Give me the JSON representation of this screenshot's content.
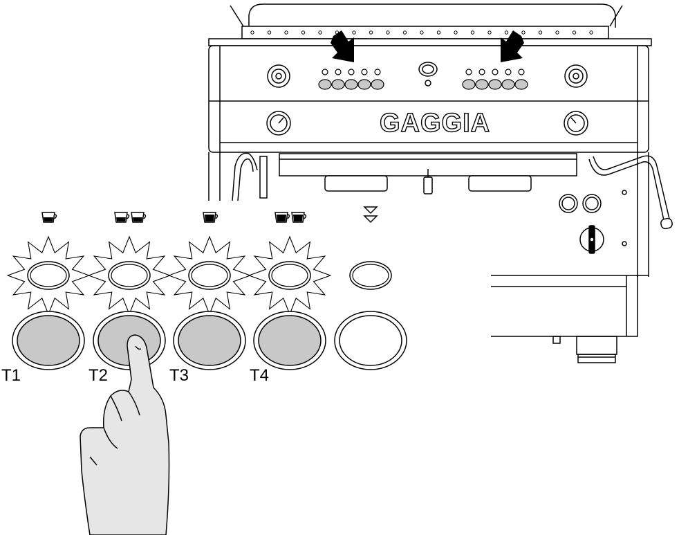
{
  "machine": {
    "brand": "GAGGIA",
    "selector_groups": 2,
    "group_buttons_per_row": 5
  },
  "control_panel": {
    "buttons": [
      {
        "label": "T1",
        "icon": "single-short-coffee-icon",
        "state": "lit",
        "fill": "#c8c8c8"
      },
      {
        "label": "T2",
        "icon": "double-short-coffee-icon",
        "state": "lit",
        "pressed": true,
        "fill": "#c8c8c8"
      },
      {
        "label": "T3",
        "icon": "single-long-coffee-icon",
        "state": "lit",
        "fill": "#c8c8c8"
      },
      {
        "label": "T4",
        "icon": "double-long-coffee-icon",
        "state": "lit",
        "fill": "#c8c8c8"
      },
      {
        "label": "",
        "icon": "continuous-dispense-icon",
        "state": "off",
        "fill": "#ffffff"
      }
    ]
  },
  "colors": {
    "line": "#000000",
    "button_fill": "#c8c8c8",
    "hand_fill": "#e6e6e6"
  }
}
